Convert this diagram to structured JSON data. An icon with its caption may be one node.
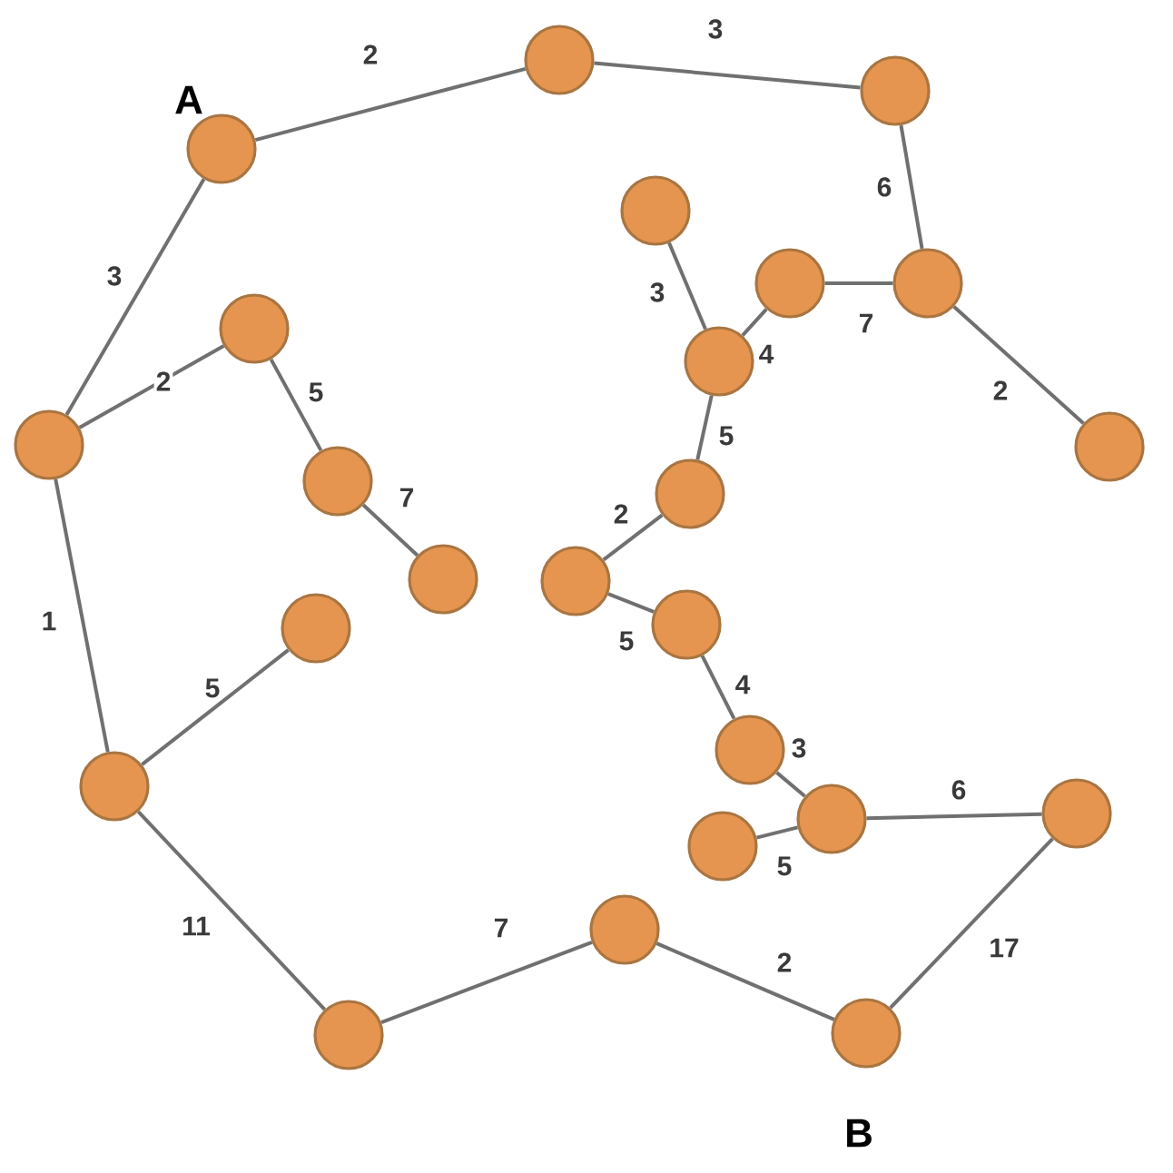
{
  "diagram": {
    "nodes": [
      {
        "text": [],
        "shape": "circle"
      },
      {
        "text": [],
        "shape": "circle"
      },
      {
        "text": [],
        "shape": "circle",
        "beside": [
          "A"
        ]
      },
      {
        "text": [],
        "shape": "circle"
      },
      {
        "text": [],
        "shape": "circle"
      },
      {
        "text": [],
        "shape": "circle"
      },
      {
        "text": [],
        "shape": "circle"
      },
      {
        "text": [],
        "shape": "circle"
      },
      {
        "text": [],
        "shape": "circle"
      },
      {
        "text": [],
        "shape": "circle"
      },
      {
        "text": [],
        "shape": "circle"
      },
      {
        "text": [],
        "shape": "circle"
      },
      {
        "text": [],
        "shape": "circle"
      },
      {
        "text": [],
        "shape": "circle"
      },
      {
        "text": [],
        "shape": "circle"
      },
      {
        "text": [],
        "shape": "circle"
      },
      {
        "text": [],
        "shape": "circle"
      },
      {
        "text": [],
        "shape": "circle"
      },
      {
        "text": [],
        "shape": "circle"
      },
      {
        "text": [],
        "shape": "circle"
      },
      {
        "text": [],
        "shape": "circle"
      },
      {
        "text": [],
        "shape": "circle"
      },
      {
        "text": [],
        "shape": "circle",
        "beside": [
          "B"
        ]
      },
      {
        "text": [],
        "shape": "circle"
      }
    ],
    "edges": [
      {
        "from": 2,
        "to": 0,
        "arrow": "none",
        "label": "2"
      },
      {
        "from": 0,
        "to": 1,
        "arrow": "none",
        "label": "3"
      },
      {
        "from": 1,
        "to": 5,
        "arrow": "none",
        "label": "6"
      },
      {
        "from": 5,
        "to": 4,
        "arrow": "none",
        "label": "7"
      },
      {
        "from": 5,
        "to": 9,
        "arrow": "none",
        "label": "2"
      },
      {
        "from": 3,
        "to": 7,
        "arrow": "none",
        "label": "3"
      },
      {
        "from": 7,
        "to": 4,
        "arrow": "none",
        "label": "4"
      },
      {
        "from": 7,
        "to": 11,
        "arrow": "none",
        "label": "5"
      },
      {
        "from": 11,
        "to": 13,
        "arrow": "none",
        "label": "2"
      },
      {
        "from": 13,
        "to": 14,
        "arrow": "none",
        "label": "5"
      },
      {
        "from": 14,
        "to": 16,
        "arrow": "none",
        "label": "4"
      },
      {
        "from": 16,
        "to": 19,
        "arrow": "none",
        "label": "3"
      },
      {
        "from": 19,
        "to": 20,
        "arrow": "none",
        "label": "5"
      },
      {
        "from": 19,
        "to": 18,
        "arrow": "none",
        "label": "6"
      },
      {
        "from": 18,
        "to": 22,
        "arrow": "none",
        "label": "17"
      },
      {
        "from": 22,
        "to": 21,
        "arrow": "none",
        "label": "2"
      },
      {
        "from": 21,
        "to": 23,
        "arrow": "none",
        "label": "7"
      },
      {
        "from": 23,
        "to": 17,
        "arrow": "none",
        "label": "11"
      },
      {
        "from": 17,
        "to": 15,
        "arrow": "none",
        "label": "5"
      },
      {
        "from": 17,
        "to": 8,
        "arrow": "none",
        "label": "1"
      },
      {
        "from": 8,
        "to": 2,
        "arrow": "none",
        "label": "3"
      },
      {
        "from": 8,
        "to": 6,
        "arrow": "none",
        "label": "2"
      },
      {
        "from": 6,
        "to": 10,
        "arrow": "none",
        "label": "5"
      },
      {
        "from": 10,
        "to": 12,
        "arrow": "none",
        "label": "7"
      }
    ]
  }
}
